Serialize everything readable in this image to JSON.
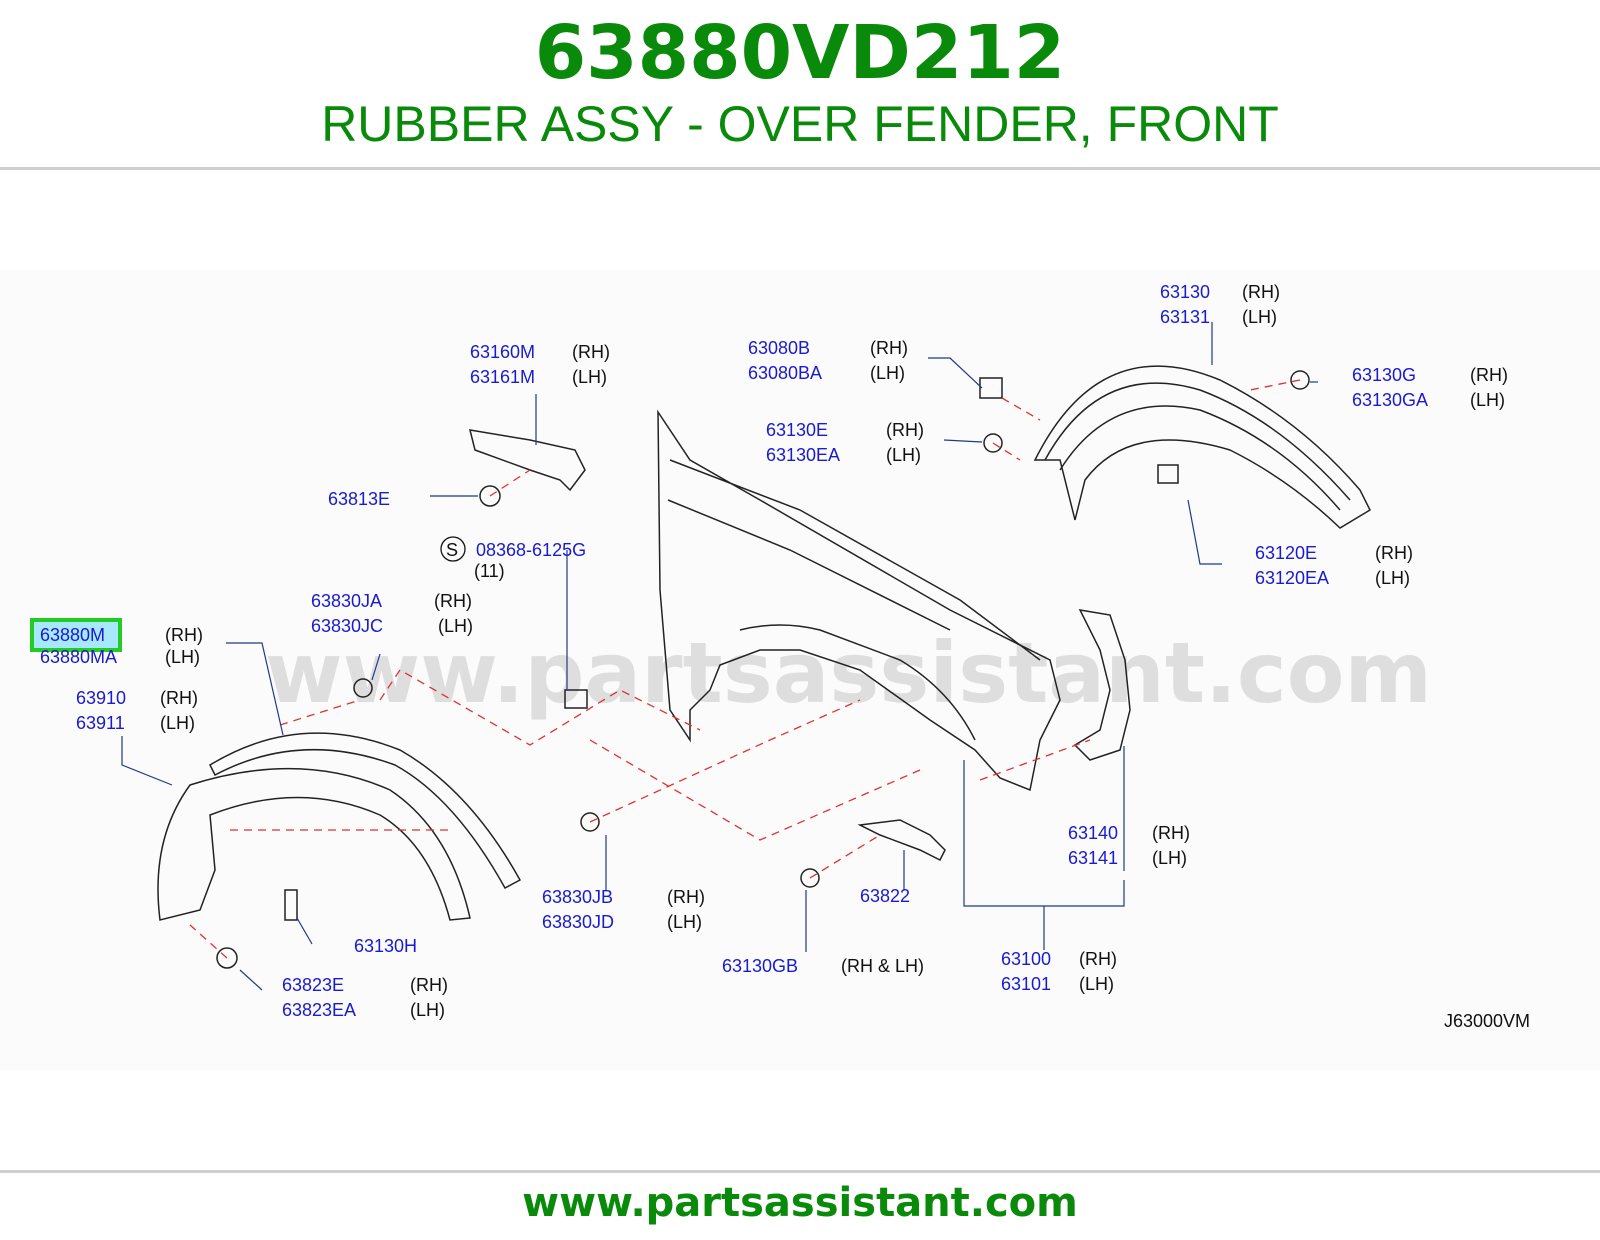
{
  "header": {
    "part_number": "63880VD212",
    "description": "RUBBER ASSY - OVER FENDER, FRONT"
  },
  "footer": {
    "url": "www.partsassistant.com"
  },
  "diagram": {
    "watermark": "www.partsassistant.com",
    "reference_code": "J63000VM",
    "symbol_s": "S",
    "highlighted_part": "63880M",
    "callouts": [
      {
        "id": "c-63130",
        "code": "63130",
        "side": "(RH)"
      },
      {
        "id": "c-63131",
        "code": "63131",
        "side": "(LH)"
      },
      {
        "id": "c-63160m",
        "code": "63160M",
        "side": "(RH)"
      },
      {
        "id": "c-63161m",
        "code": "63161M",
        "side": "(LH)"
      },
      {
        "id": "c-63080b",
        "code": "63080B",
        "side": "(RH)"
      },
      {
        "id": "c-63080ba",
        "code": "63080BA",
        "side": "(LH)"
      },
      {
        "id": "c-63130g",
        "code": "63130G",
        "side": "(RH)"
      },
      {
        "id": "c-63130ga",
        "code": "63130GA",
        "side": "(LH)"
      },
      {
        "id": "c-63130e",
        "code": "63130E",
        "side": "(RH)"
      },
      {
        "id": "c-63130ea",
        "code": "63130EA",
        "side": "(LH)"
      },
      {
        "id": "c-63813e",
        "code": "63813E",
        "side": ""
      },
      {
        "id": "c-08368",
        "code": "08368-6125G",
        "side": "(11)"
      },
      {
        "id": "c-63120e",
        "code": "63120E",
        "side": "(RH)"
      },
      {
        "id": "c-63120ea",
        "code": "63120EA",
        "side": "(LH)"
      },
      {
        "id": "c-63830ja",
        "code": "63830JA",
        "side": "(RH)"
      },
      {
        "id": "c-63830jc",
        "code": "63830JC",
        "side": "(LH)"
      },
      {
        "id": "c-63880m",
        "code": "63880M",
        "side": "(RH)"
      },
      {
        "id": "c-63880ma",
        "code": "63880MA",
        "side": "(LH)"
      },
      {
        "id": "c-63910",
        "code": "63910",
        "side": "(RH)"
      },
      {
        "id": "c-63911",
        "code": "63911",
        "side": "(LH)"
      },
      {
        "id": "c-63140",
        "code": "63140",
        "side": "(RH)"
      },
      {
        "id": "c-63141",
        "code": "63141",
        "side": "(LH)"
      },
      {
        "id": "c-63830jb",
        "code": "63830JB",
        "side": "(RH)"
      },
      {
        "id": "c-63830jd",
        "code": "63830JD",
        "side": "(LH)"
      },
      {
        "id": "c-63822",
        "code": "63822",
        "side": ""
      },
      {
        "id": "c-63130h",
        "code": "63130H",
        "side": ""
      },
      {
        "id": "c-63130gb",
        "code": "63130GB",
        "side": "(RH  &  LH)"
      },
      {
        "id": "c-63100",
        "code": "63100",
        "side": "(RH)"
      },
      {
        "id": "c-63101",
        "code": "63101",
        "side": "(LH)"
      },
      {
        "id": "c-63823e",
        "code": "63823E",
        "side": "(RH)"
      },
      {
        "id": "c-63823ea",
        "code": "63823EA",
        "side": "(LH)"
      }
    ]
  },
  "colors": {
    "brand_green": "#0a8a0a",
    "callout_blue": "#1a1ad0",
    "highlight_box": "#22cc22",
    "highlight_fill": "#a8e8ff",
    "phantom_line": "#e03030"
  }
}
